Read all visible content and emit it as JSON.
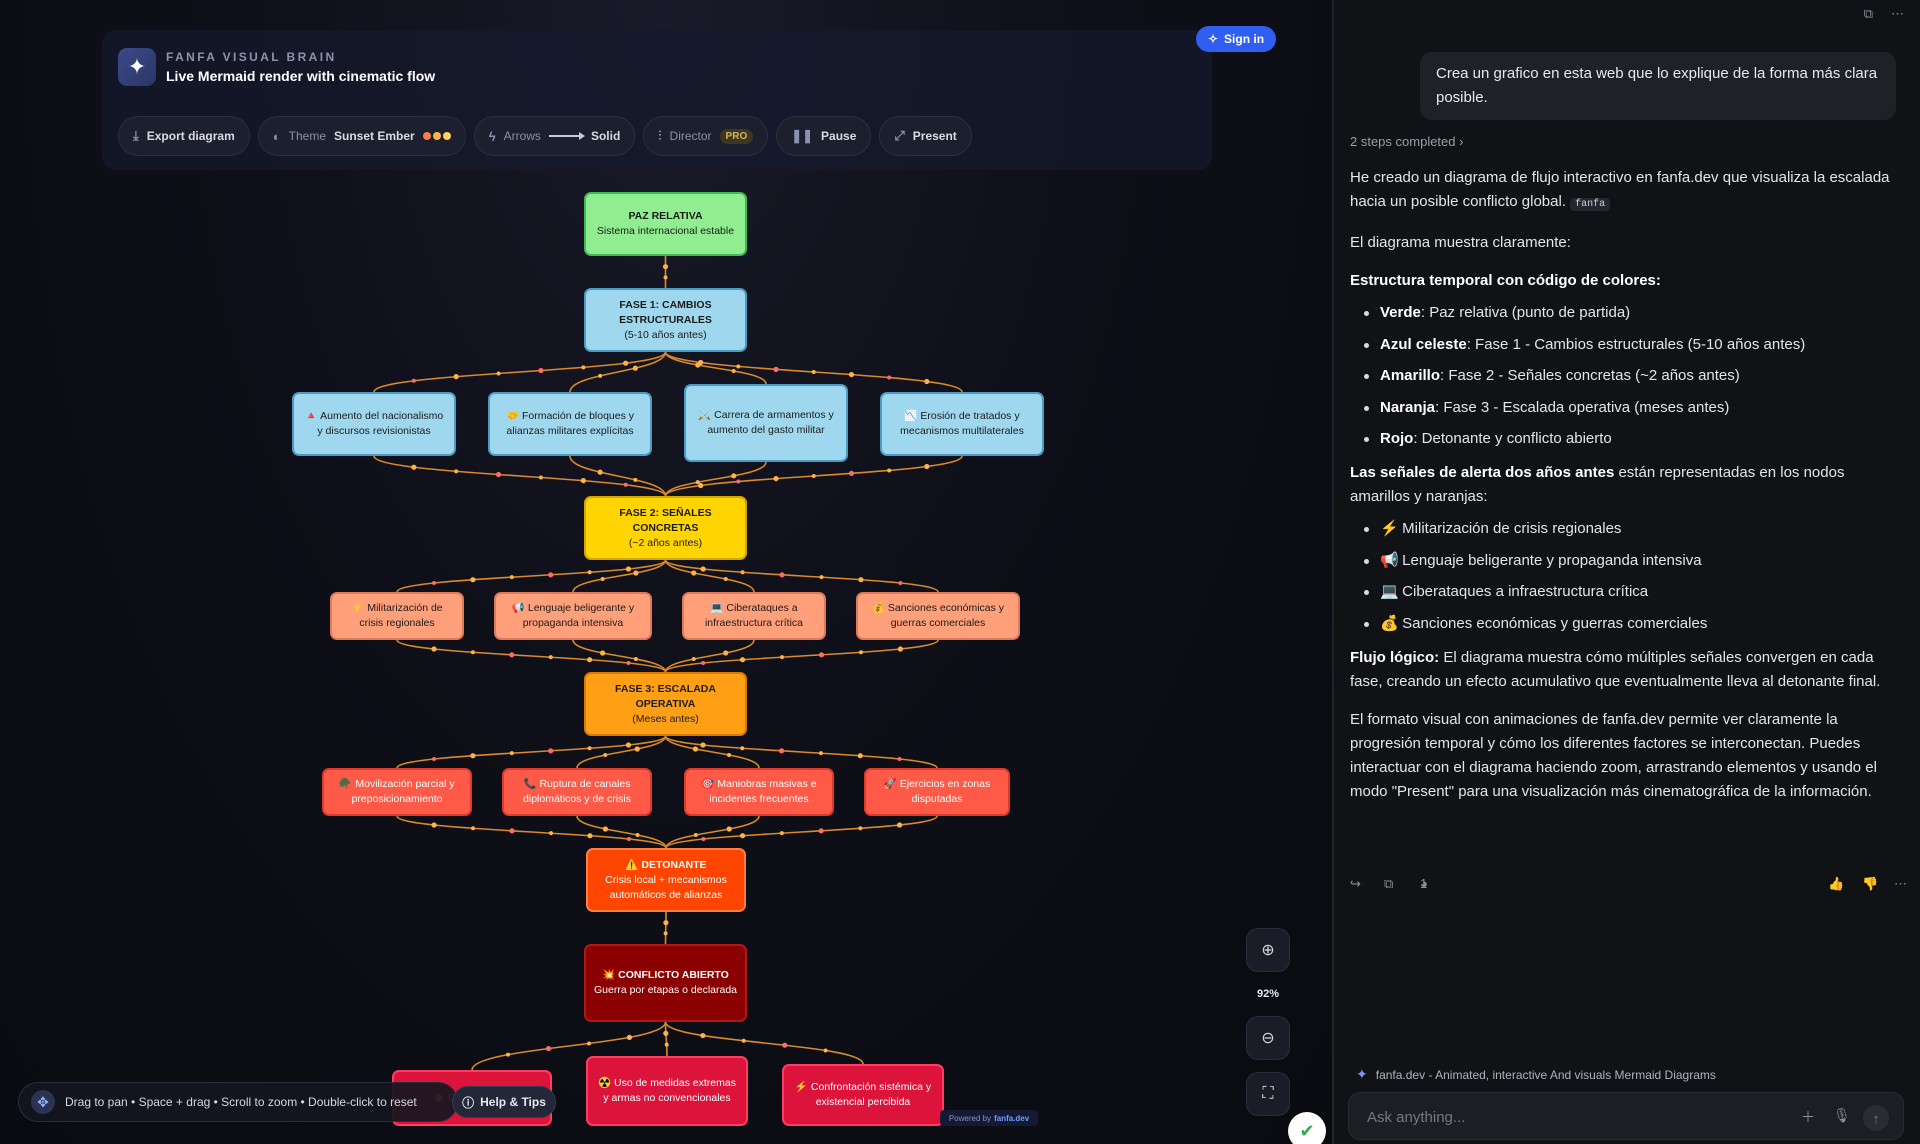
{
  "app": {
    "brand": "FANFA VISUAL BRAIN",
    "subtitle": "Live Mermaid render with cinematic flow",
    "sign_in": "Sign in",
    "toolbar": {
      "export": "Export diagram",
      "theme_label": "Theme",
      "theme_value": "Sunset Ember",
      "arrows_label": "Arrows",
      "arrows_value": "Solid",
      "director": "Director",
      "director_badge": "PRO",
      "pause": "Pause",
      "present": "Present"
    },
    "theme_colors": [
      "#ff7a45",
      "#ffb347",
      "#ffd166"
    ],
    "zoom_level": "92%",
    "hint": "Drag to pan • Space + drag • Scroll to zoom • Double-click to reset",
    "help": "Help & Tips",
    "powered_by": "Powered by",
    "powered_brand": "fanfa.dev"
  },
  "diagram": {
    "nodes": {
      "paz": {
        "title": "PAZ RELATIVA",
        "sub": "Sistema internacional estable"
      },
      "fase1": {
        "title": "FASE 1: CAMBIOS ESTRUCTURALES",
        "sub": "(5-10 años antes)"
      },
      "f1a": "🔺 Aumento del nacionalismo y discursos revisionistas",
      "f1b": "🤝 Formación de bloques y alianzas militares explícitas",
      "f1c": "⚔️ Carrera de armamentos y aumento del gasto militar",
      "f1d": "📉 Erosión de tratados y mecanismos multilaterales",
      "fase2": {
        "title": "FASE 2: SEÑALES CONCRETAS",
        "sub": "(~2 años antes)"
      },
      "f2a": "⚡ Militarización de crisis regionales",
      "f2b": "📢 Lenguaje beligerante y propaganda intensiva",
      "f2c": "💻 Ciberataques a infraestructura crítica",
      "f2d": "💰 Sanciones económicas y guerras comerciales",
      "fase3": {
        "title": "FASE 3: ESCALADA OPERATIVA",
        "sub": "(Meses antes)"
      },
      "f3a": "🪖 Movilización parcial y preposicionamiento",
      "f3b": "📞 Ruptura de canales diplomáticos y de crisis",
      "f3c": "🎯 Maniobras masivas e incidentes frecuentes",
      "f3d": "🚀 Ejercicios en zonas disputadas",
      "det": {
        "title": "⚠️ DETONANTE",
        "sub": "Crisis local + mecanismos automáticos de alianzas"
      },
      "conf": {
        "title": "💥 CONFLICTO ABIERTO",
        "sub": "Guerra por etapas o declarada"
      },
      "c1": "💥 Confli... inte...",
      "c2": "☢️ Uso de medidas extremas y armas no convencionales",
      "c3": "⚡ Confrontación sistémica y existencial percibida"
    }
  },
  "chat": {
    "user_message": "Crea un grafico en esta web que lo explique de la forma más clara posible.",
    "steps": "2 steps completed",
    "intro": "He creado un diagrama de flujo interactivo en fanfa.dev que visualiza la escalada hacia un posible conflicto global.",
    "intro_tag": "fanfa",
    "shows": "El diagrama muestra claramente:",
    "structure_title": "Estructura temporal con código de colores:",
    "colors": [
      {
        "name": "Verde",
        "desc": ": Paz relativa (punto de partida)"
      },
      {
        "name": "Azul celeste",
        "desc": ": Fase 1 - Cambios estructurales (5-10 años antes)"
      },
      {
        "name": "Amarillo",
        "desc": ": Fase 2 - Señales concretas (~2 años antes)"
      },
      {
        "name": "Naranja",
        "desc": ": Fase 3 - Escalada operativa (meses antes)"
      },
      {
        "name": "Rojo",
        "desc": ": Detonante y conflicto abierto"
      }
    ],
    "alert_bold": "Las señales de alerta dos años antes",
    "alert_rest": " están representadas en los nodos amarillos y naranjas:",
    "alerts": [
      {
        "emoji": "⚡",
        "text": "Militarización de crisis regionales"
      },
      {
        "emoji": "📢",
        "text": "Lenguaje beligerante y propaganda intensiva"
      },
      {
        "emoji": "💻",
        "text": "Ciberataques a infraestructura crítica"
      },
      {
        "emoji": "💰",
        "text": "Sanciones económicas y guerras comerciales"
      }
    ],
    "flow_bold": "Flujo lógico:",
    "flow_rest": " El diagrama muestra cómo múltiples señales convergen en cada fase, creando un efecto acumulativo que eventualmente lleva al detonante final.",
    "closing": "El formato visual con animaciones de fanfa.dev permite ver claramente la progresión temporal y cómo los diferentes factores se interconectan. Puedes interactuar con el diagrama haciendo zoom, arrastrando elementos y usando el modo \"Present\" para una visualización más cinematográfica de la información.",
    "source_count": "1",
    "source_label": "fanfa.dev - Animated, interactive And visuals Mermaid Diagrams",
    "ask_placeholder": "Ask anything..."
  }
}
